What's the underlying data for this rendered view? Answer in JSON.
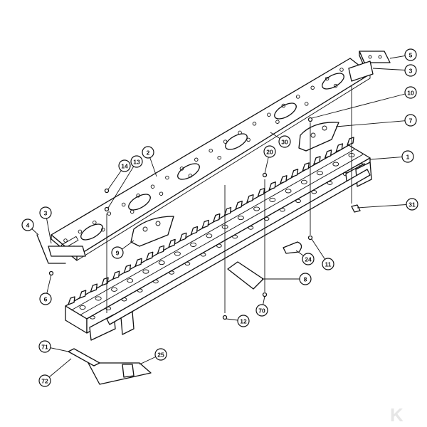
{
  "diagram": {
    "callouts": [
      {
        "id": "c5",
        "label": "5"
      },
      {
        "id": "c3a",
        "label": "3"
      },
      {
        "id": "c10",
        "label": "10"
      },
      {
        "id": "c7",
        "label": "7"
      },
      {
        "id": "c30",
        "label": "30"
      },
      {
        "id": "c20",
        "label": "20"
      },
      {
        "id": "c1",
        "label": "1"
      },
      {
        "id": "c2",
        "label": "2"
      },
      {
        "id": "c14",
        "label": "14"
      },
      {
        "id": "c13",
        "label": "13"
      },
      {
        "id": "c31",
        "label": "31"
      },
      {
        "id": "c3b",
        "label": "3"
      },
      {
        "id": "c4",
        "label": "4"
      },
      {
        "id": "c9",
        "label": "9"
      },
      {
        "id": "c24",
        "label": "24"
      },
      {
        "id": "c11",
        "label": "11"
      },
      {
        "id": "c6",
        "label": "6"
      },
      {
        "id": "c8",
        "label": "8"
      },
      {
        "id": "c70",
        "label": "70"
      },
      {
        "id": "c12",
        "label": "12"
      },
      {
        "id": "c71",
        "label": "71"
      },
      {
        "id": "c25",
        "label": "25"
      },
      {
        "id": "c72",
        "label": "72"
      }
    ],
    "logo_text": "K",
    "colors": {
      "line": "#111111",
      "background": "#ffffff",
      "logo": "#e6e6e6"
    }
  }
}
